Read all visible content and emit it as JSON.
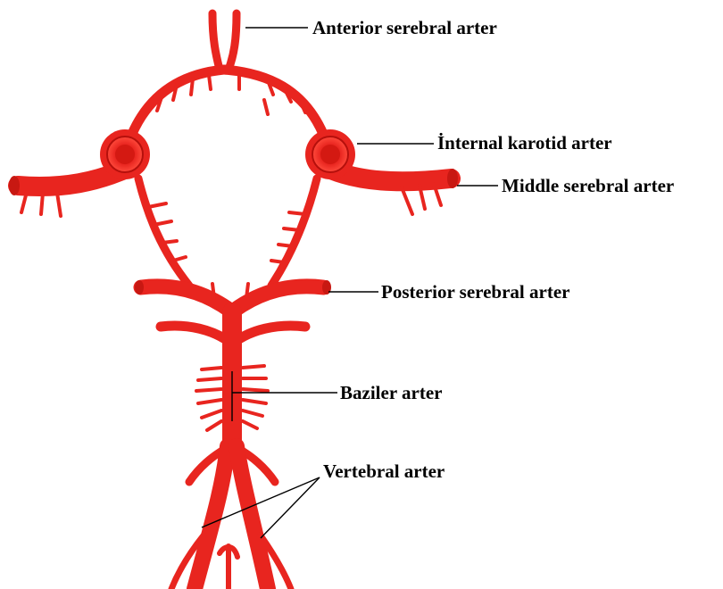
{
  "labels": {
    "anterior": "Anterior serebral arter",
    "internal_carotid": "İnternal karotid arter",
    "middle": "Middle serebral arter",
    "posterior": "Posterior serebral arter",
    "basilar": "Baziler arter",
    "vertebral": "Vertebral arter"
  },
  "colors": {
    "vessel": "#e8251f",
    "vessel_dark": "#c81812",
    "leader_line": "#000000",
    "text": "#000000"
  }
}
